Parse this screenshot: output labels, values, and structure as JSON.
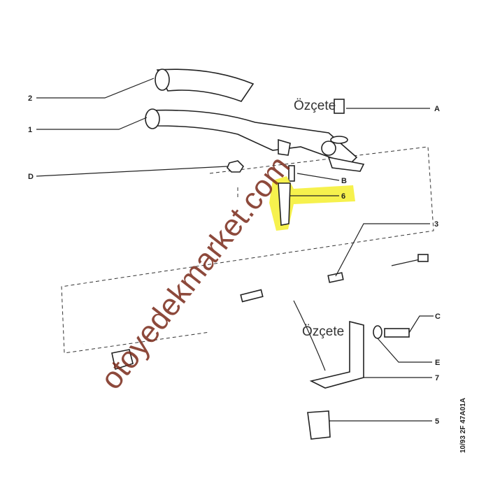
{
  "callouts": {
    "a": "A",
    "b": "B",
    "c": "C",
    "d": "D",
    "e": "E",
    "n1": "1",
    "n2": "2",
    "n3": "3",
    "n5": "5",
    "n6": "6",
    "n7": "7"
  },
  "overlay_text": {
    "top": "Özçete",
    "bottom": "Özçete"
  },
  "watermark": "otoyedekmarket.com",
  "drawing_code": "10/93 2F 47A01A",
  "highlight_color": "#f5f03a"
}
